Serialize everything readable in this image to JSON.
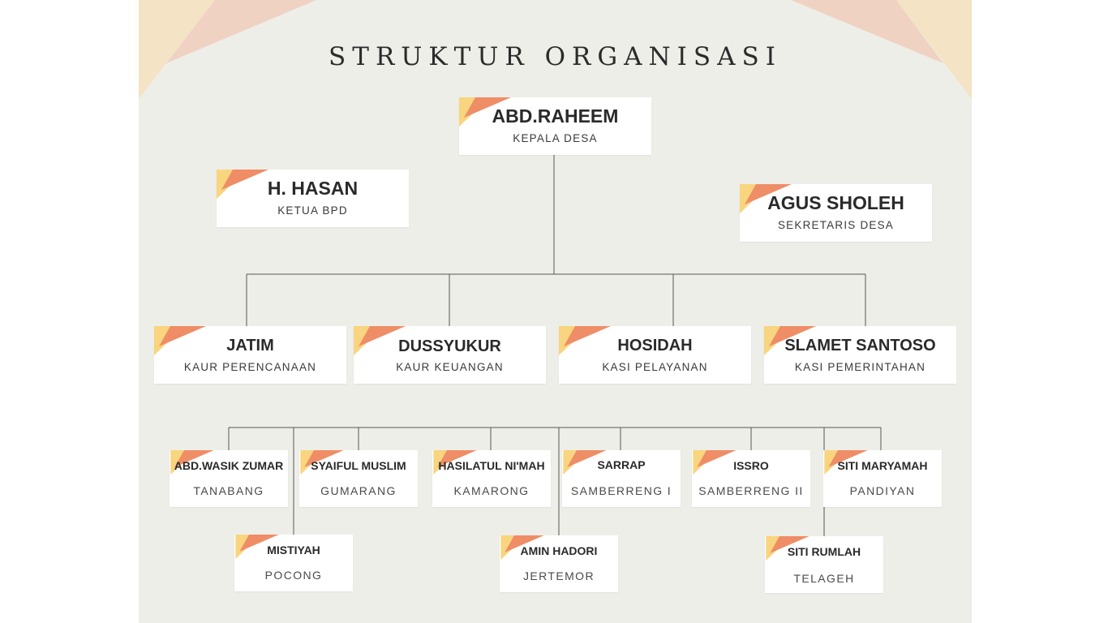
{
  "title": "STRUKTUR ORGANISASI",
  "colors": {
    "background": "#eeeee9",
    "card": "#ffffff",
    "accent_orange": "#ef8d66",
    "accent_yellow": "#f8d57e",
    "line": "#555555"
  },
  "top": [
    {
      "name": "ABD.RAHEEM",
      "role": "KEPALA DESA"
    },
    {
      "name": "H. HASAN",
      "role": "KETUA BPD"
    },
    {
      "name": "AGUS SHOLEH",
      "role": "SEKRETARIS DESA"
    }
  ],
  "middle": [
    {
      "name": "JATIM",
      "role": "KAUR PERENCANAAN"
    },
    {
      "name": "DUSSYUKUR",
      "role": "KAUR KEUANGAN"
    },
    {
      "name": "HOSIDAH",
      "role": "KASI PELAYANAN"
    },
    {
      "name": "SLAMET SANTOSO",
      "role": "KASI PEMERINTAHAN"
    }
  ],
  "dusun": [
    {
      "name": "ABD.WASIK ZUMAR",
      "role": "TANABANG"
    },
    {
      "name": "SYAIFUL MUSLIM",
      "role": "GUMARANG"
    },
    {
      "name": "HASILATUL NI'MAH",
      "role": "KAMARONG"
    },
    {
      "name": "SARRAP",
      "role": "SAMBERRENG I"
    },
    {
      "name": "ISSRO",
      "role": "SAMBERRENG II"
    },
    {
      "name": "SITI MARYAMAH",
      "role": "PANDIYAN"
    },
    {
      "name": "MISTIYAH",
      "role": "POCONG"
    },
    {
      "name": "AMIN HADORI",
      "role": "JERTEMOR"
    },
    {
      "name": "SITI RUMLAH",
      "role": "TELAGEH"
    }
  ]
}
